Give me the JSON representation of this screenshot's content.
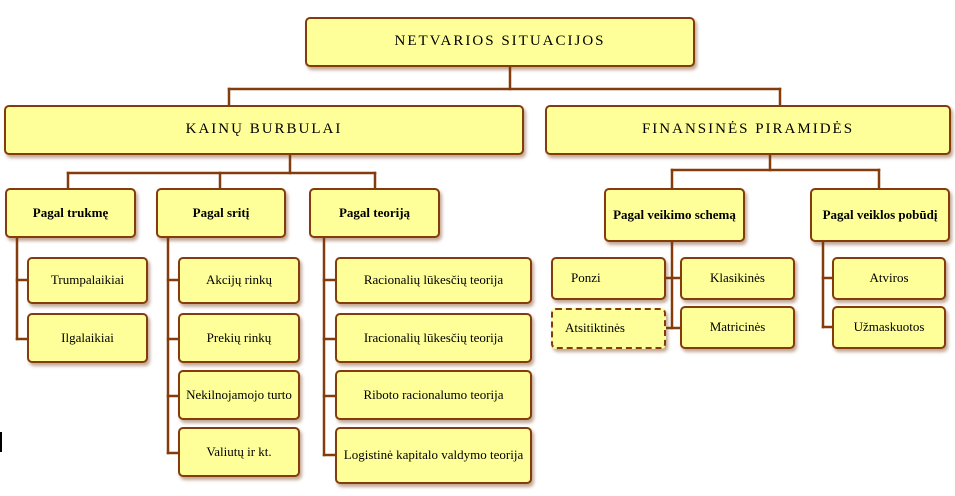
{
  "colors": {
    "fill": "#ffff99",
    "stroke": "#843c0c"
  },
  "root": "NETVARIOS SITUACIJOS",
  "kainu": {
    "title": "KAINŲ BURBULAI",
    "pagal_trukme": {
      "label": "Pagal trukmę",
      "items": [
        "Trumpalaikiai",
        "Ilgalaikiai"
      ]
    },
    "pagal_sriti": {
      "label": "Pagal sritį",
      "items": [
        "Akcijų rinkų",
        "Prekių rinkų",
        "Nekilnojamojo turto",
        "Valiutų ir kt."
      ]
    },
    "pagal_teorija": {
      "label": "Pagal teoriją",
      "items": [
        "Racionalių lūkesčių teorija",
        "Iracionalių lūkesčių teorija",
        "Riboto racionalumo teorija",
        "Logistinė kapitalo valdymo teorija"
      ]
    }
  },
  "finansines": {
    "title": "FINANSINĖS PIRAMIDĖS",
    "pagal_veikimo": {
      "label": "Pagal veikimo schemą",
      "left": [
        "Ponzi",
        "Atsitiktinės"
      ],
      "right": [
        "Klasikinės",
        "Matricinės"
      ]
    },
    "pagal_veiklos": {
      "label": "Pagal veiklos pobūdį",
      "items": [
        "Atviros",
        "Užmaskuotos"
      ]
    }
  }
}
